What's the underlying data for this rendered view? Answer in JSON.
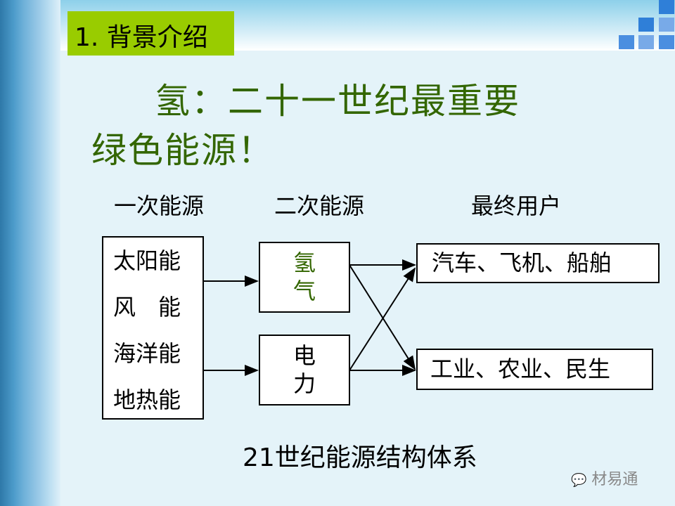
{
  "slide": {
    "section_title": "1. 背景介绍",
    "headline_line1": "氢：二十一世纪最重要",
    "headline_line2": "绿色能源！",
    "columns": [
      "一次能源",
      "二次能源",
      "最终用户"
    ],
    "primary_sources": [
      "太阳能",
      "风　能",
      "海洋能",
      "地热能"
    ],
    "secondary": {
      "hydrogen": [
        "氢",
        "气"
      ],
      "electricity": [
        "电",
        "力"
      ]
    },
    "end_users": [
      "汽车、飞机、船舶",
      "工业、农业、民生"
    ],
    "caption": "21世纪能源结构体系",
    "watermark": "材易通"
  },
  "colors": {
    "title_bg": "#99cc00",
    "headline": "#336600"
  }
}
